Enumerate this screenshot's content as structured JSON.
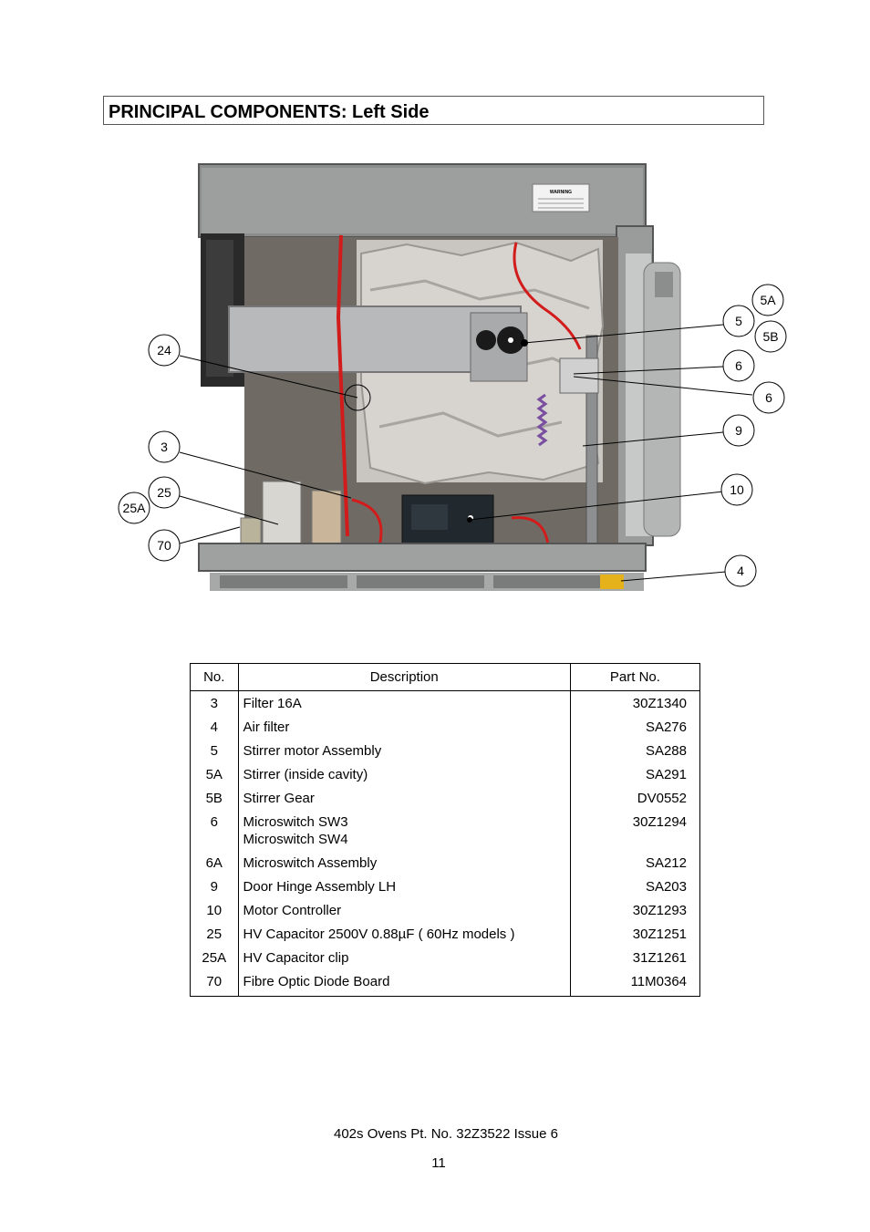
{
  "header": {
    "title": "PRINCIPAL COMPONENTS: Left Side"
  },
  "figure": {
    "callouts": [
      {
        "label": "5A"
      },
      {
        "label": "5"
      },
      {
        "label": "5B"
      },
      {
        "label": "6"
      },
      {
        "label": "6"
      },
      {
        "label": "9"
      },
      {
        "label": "10"
      },
      {
        "label": "4"
      },
      {
        "label": "24"
      },
      {
        "label": "3"
      },
      {
        "label": "25"
      },
      {
        "label": "25A"
      },
      {
        "label": "70"
      }
    ],
    "warning_label": "WARNING"
  },
  "parts_table": {
    "headers": {
      "no": "No.",
      "description": "Description",
      "part_no": "Part No."
    },
    "rows": [
      {
        "no": "3",
        "description": "Filter 16A",
        "part_no": "30Z1340"
      },
      {
        "no": "4",
        "description": "Air filter",
        "part_no": "SA276"
      },
      {
        "no": "5",
        "description": "Stirrer motor Assembly",
        "part_no": "SA288"
      },
      {
        "no": "5A",
        "description": "Stirrer (inside cavity)",
        "part_no": "SA291"
      },
      {
        "no": "5B",
        "description": "Stirrer Gear",
        "part_no": "DV0552"
      },
      {
        "no": "6",
        "description": "Microswitch SW3",
        "description2": "Microswitch SW4",
        "part_no": "30Z1294"
      },
      {
        "no": "6A",
        "description": "Microswitch Assembly",
        "part_no": "SA212"
      },
      {
        "no": "9",
        "description": "Door Hinge Assembly LH",
        "part_no": "SA203"
      },
      {
        "no": "10",
        "description": "Motor Controller",
        "part_no": "30Z1293"
      },
      {
        "no": "25",
        "description": "HV Capacitor 2500V 0.88µF ( 60Hz models )",
        "part_no": "30Z1251"
      },
      {
        "no": "25A",
        "description": "HV Capacitor clip",
        "part_no": "31Z1261"
      },
      {
        "no": "70",
        "description": "Fibre Optic Diode Board",
        "part_no": "11M0364"
      }
    ]
  },
  "footer": {
    "reference": "402s Ovens Pt. No. 32Z3522  Issue 6",
    "page_number": "11"
  }
}
